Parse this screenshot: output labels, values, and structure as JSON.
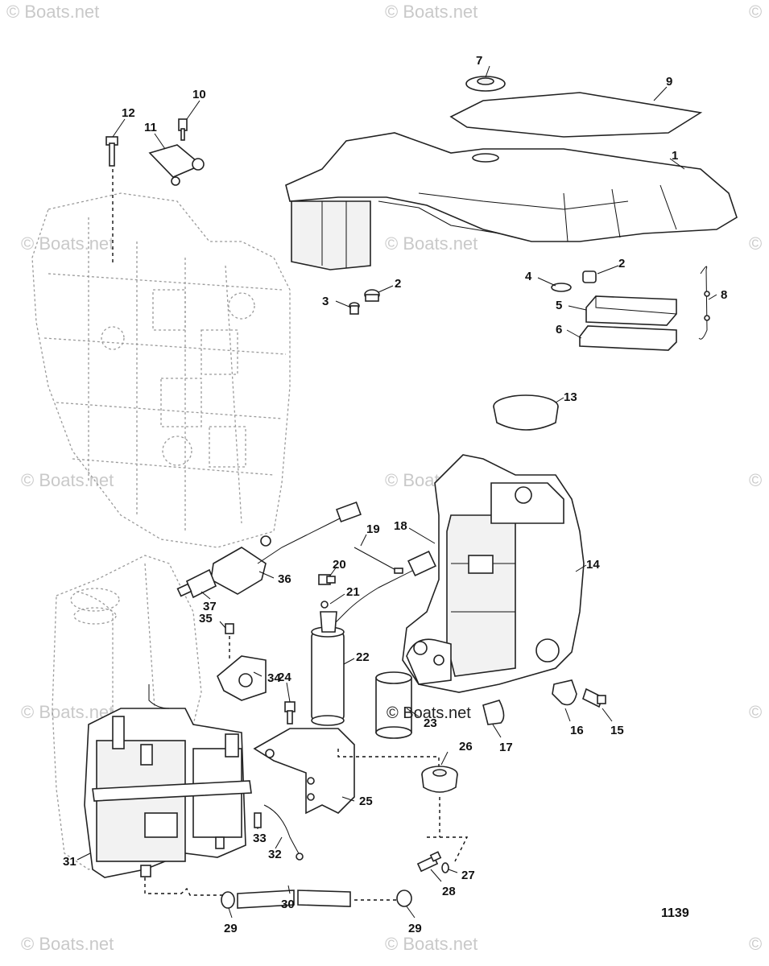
{
  "watermark": {
    "text": "© Boats.net",
    "symbol": "©"
  },
  "drawing_number": "1139",
  "callouts": [
    "1",
    "2",
    "2",
    "3",
    "4",
    "5",
    "6",
    "7",
    "8",
    "9",
    "10",
    "11",
    "12",
    "13",
    "14",
    "15",
    "16",
    "17",
    "18",
    "19",
    "20",
    "21",
    "22",
    "23",
    "24",
    "25",
    "26",
    "27",
    "28",
    "29",
    "29",
    "30",
    "31",
    "32",
    "33",
    "34",
    "35",
    "36",
    "37"
  ],
  "inline_watermark": "© Boats.net"
}
